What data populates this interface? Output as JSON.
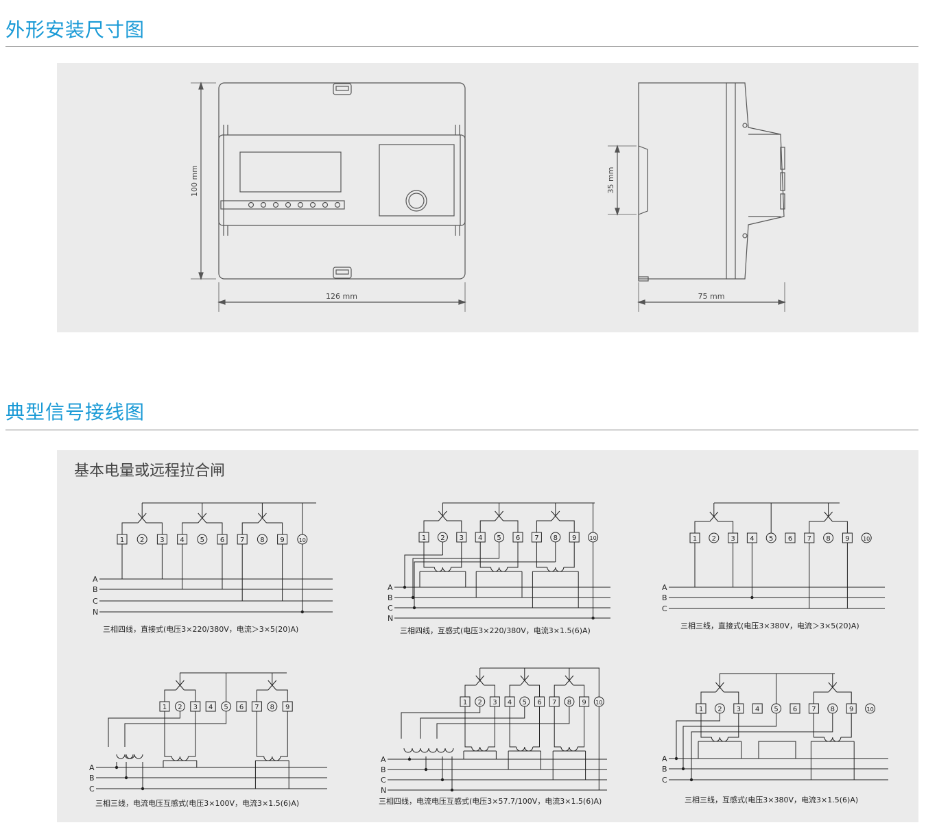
{
  "sections": {
    "dimensions_title": "外形安装尺寸图",
    "wiring_title": "典型信号接线图"
  },
  "dimensions": {
    "height": "100 mm",
    "width": "126 mm",
    "rail": "35 mm",
    "depth": "75 mm"
  },
  "wiring": {
    "subtitle": "基本电量或远程拉合闸",
    "terminals": [
      "1",
      "2",
      "3",
      "4",
      "5",
      "6",
      "7",
      "8",
      "9",
      "10"
    ],
    "phases4": [
      "A",
      "B",
      "C",
      "N"
    ],
    "phases3": [
      "A",
      "B",
      "C"
    ],
    "captions": [
      "三相四线，直接式(电压3×220/380V，电流＞3×5(20)A)",
      "三相四线，互感式(电压3×220/380V，电流3×1.5(6)A)",
      "三相三线，直接式(电压3×380V，电流＞3×5(20)A)",
      "三相三线，电流电压互感式(电压3×100V，电流3×1.5(6)A)",
      "三相四线，电流电压互感式(电压3×57.7/100V，电流3×1.5(6)A)",
      "三相三线，互感式(电压3×380V，电流3×1.5(6)A)"
    ]
  }
}
